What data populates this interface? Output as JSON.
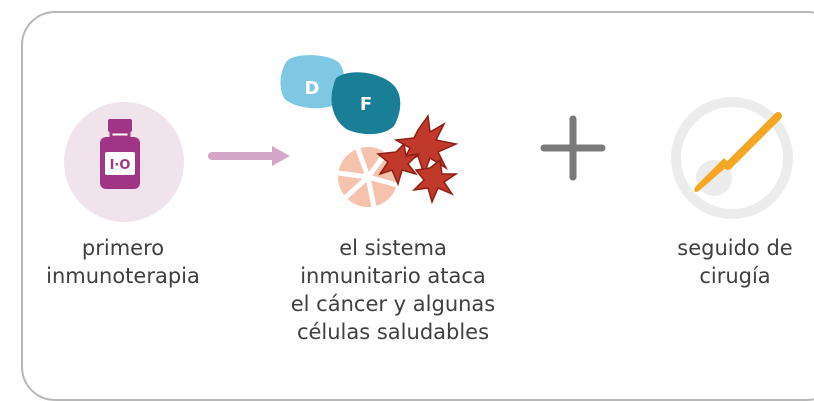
{
  "steps": [
    {
      "text": "primero\ninmunoterapia",
      "icon": "iv-bag-icon"
    },
    {
      "text": "el sistema\ninmunitario ataca\nel cáncer y algunas\ncélulas saludables",
      "icon": "immune-attack-icon"
    },
    {
      "text": "seguido de\ncirugía",
      "icon": "scalpel-icon"
    }
  ],
  "vial_label": "I·O",
  "drug_labels": [
    "D",
    "F"
  ],
  "colors": {
    "border": "#b8b8b8",
    "circle_pink": "#f1e3ec",
    "circle_grey": "#ececec",
    "vial": "#a03585",
    "arrow": "#d4a6c8",
    "plus": "#7a7a7a",
    "drug_light": "#7ec8e3",
    "drug_dark": "#1a7f96",
    "tumor": "#c0392b",
    "healthy_cell": "#f4c2ad",
    "scalpel_orange": "#f5a623"
  }
}
